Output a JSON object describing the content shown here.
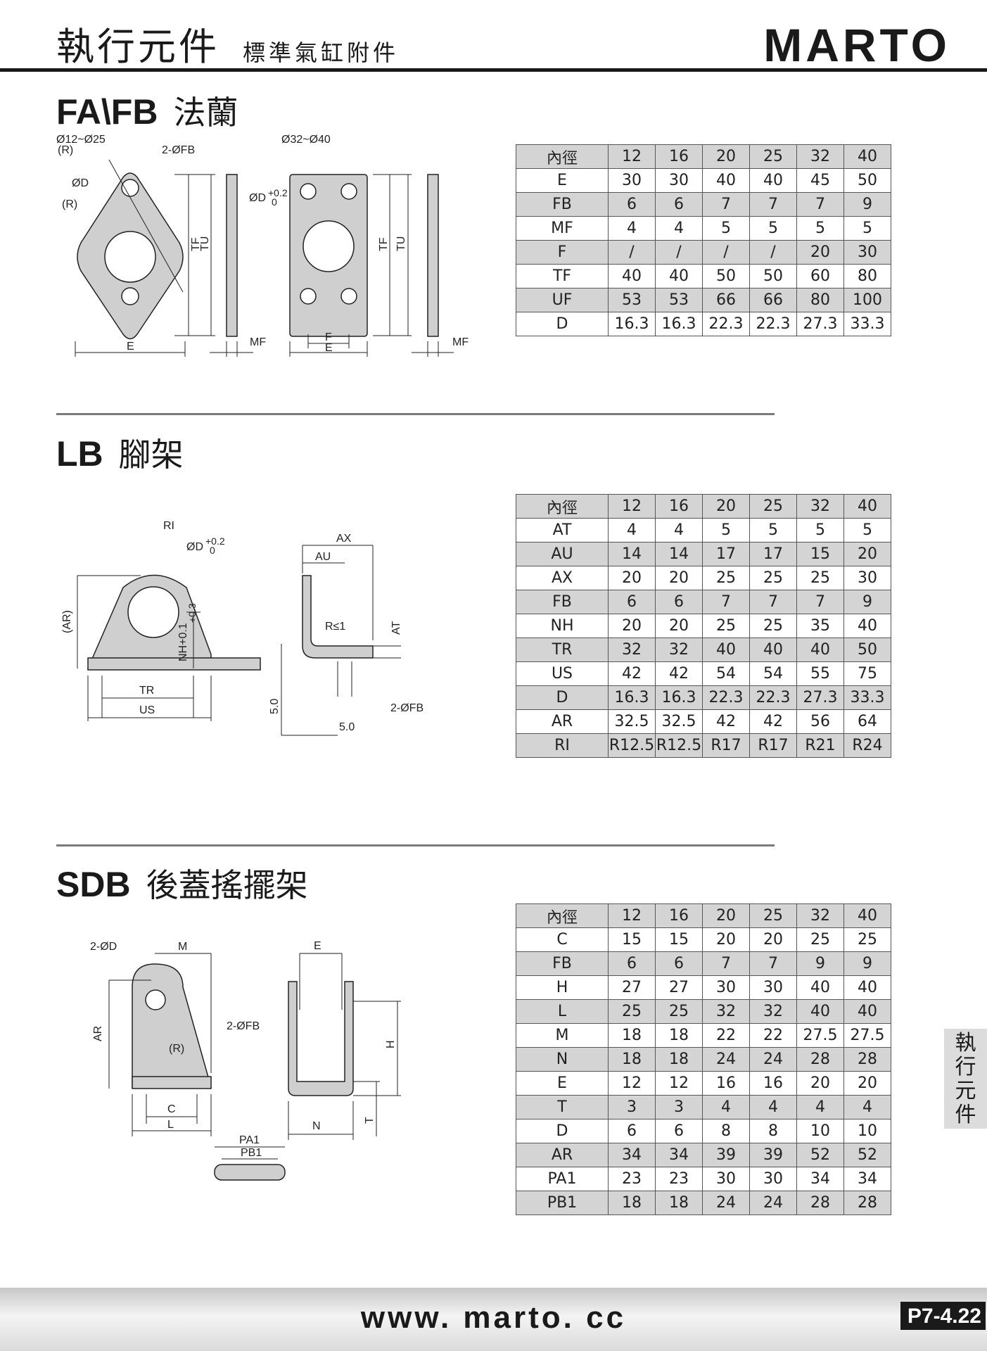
{
  "header": {
    "title": "執行元件",
    "subtitle": "標準氣缸附件",
    "brand": "MARTO"
  },
  "sections": {
    "fa_fb": {
      "code": "FA\\FB",
      "name": "法蘭",
      "drawing": {
        "size_small": "Ø12~Ø25",
        "size_large": "Ø32~Ø40",
        "r": "(R)",
        "d": "ØD",
        "d_tol": "ØD",
        "tol_upper": "+0.2",
        "tol_lower": "0",
        "fb": "2-ØFB",
        "tf": "TF",
        "tu": "TU",
        "e": "E",
        "f": "F",
        "mf": "MF"
      },
      "table": [
        [
          "內徑",
          "12",
          "16",
          "20",
          "25",
          "32",
          "40"
        ],
        [
          "E",
          "30",
          "30",
          "40",
          "40",
          "45",
          "50"
        ],
        [
          "FB",
          "6",
          "6",
          "7",
          "7",
          "7",
          "9"
        ],
        [
          "MF",
          "4",
          "4",
          "5",
          "5",
          "5",
          "5"
        ],
        [
          "F",
          "/",
          "/",
          "/",
          "/",
          "20",
          "30"
        ],
        [
          "TF",
          "40",
          "40",
          "50",
          "50",
          "60",
          "80"
        ],
        [
          "UF",
          "53",
          "53",
          "66",
          "66",
          "80",
          "100"
        ],
        [
          "D",
          "16.3",
          "16.3",
          "22.3",
          "22.3",
          "27.3",
          "33.3"
        ]
      ]
    },
    "lb": {
      "code": "LB",
      "name": "腳架",
      "drawing": {
        "ri": "RI",
        "d": "ØD",
        "tol_upper": "+0.2",
        "tol_lower": "0",
        "ar": "(AR)",
        "nh": "NH+0.1",
        "nh_upper": "+0.3",
        "tr": "TR",
        "us": "US",
        "ax": "AX",
        "au": "AU",
        "r": "R≤1",
        "at": "AT",
        "fb": "2-ØFB",
        "five": "5.0"
      },
      "table": [
        [
          "內徑",
          "12",
          "16",
          "20",
          "25",
          "32",
          "40"
        ],
        [
          "AT",
          "4",
          "4",
          "5",
          "5",
          "5",
          "5"
        ],
        [
          "AU",
          "14",
          "14",
          "17",
          "17",
          "15",
          "20"
        ],
        [
          "AX",
          "20",
          "20",
          "25",
          "25",
          "25",
          "30"
        ],
        [
          "FB",
          "6",
          "6",
          "7",
          "7",
          "7",
          "9"
        ],
        [
          "NH",
          "20",
          "20",
          "25",
          "25",
          "35",
          "40"
        ],
        [
          "TR",
          "32",
          "32",
          "40",
          "40",
          "40",
          "50"
        ],
        [
          "US",
          "42",
          "42",
          "54",
          "54",
          "55",
          "75"
        ],
        [
          "D",
          "16.3",
          "16.3",
          "22.3",
          "22.3",
          "27.3",
          "33.3"
        ],
        [
          "AR",
          "32.5",
          "32.5",
          "42",
          "42",
          "56",
          "64"
        ],
        [
          "RI",
          "R12.5",
          "R12.5",
          "R17",
          "R17",
          "R21",
          "R24"
        ]
      ]
    },
    "sdb": {
      "code": "SDB",
      "name": "後蓋搖擺架",
      "drawing": {
        "d": "2-ØD",
        "m": "M",
        "ar": "AR",
        "fb": "2-ØFB",
        "r": "(R)",
        "c": "C",
        "l": "L",
        "e": "E",
        "h": "H",
        "n": "N",
        "t": "T",
        "pa1": "PA1",
        "pb1": "PB1"
      },
      "table": [
        [
          "內徑",
          "12",
          "16",
          "20",
          "25",
          "32",
          "40"
        ],
        [
          "C",
          "15",
          "15",
          "20",
          "20",
          "25",
          "25"
        ],
        [
          "FB",
          "6",
          "6",
          "7",
          "7",
          "9",
          "9"
        ],
        [
          "H",
          "27",
          "27",
          "30",
          "30",
          "40",
          "40"
        ],
        [
          "L",
          "25",
          "25",
          "32",
          "32",
          "40",
          "40"
        ],
        [
          "M",
          "18",
          "18",
          "22",
          "22",
          "27.5",
          "27.5"
        ],
        [
          "N",
          "18",
          "18",
          "24",
          "24",
          "28",
          "28"
        ],
        [
          "E",
          "12",
          "12",
          "16",
          "16",
          "20",
          "20"
        ],
        [
          "T",
          "3",
          "3",
          "4",
          "4",
          "4",
          "4"
        ],
        [
          "D",
          "6",
          "6",
          "8",
          "8",
          "10",
          "10"
        ],
        [
          "AR",
          "34",
          "34",
          "39",
          "39",
          "52",
          "52"
        ],
        [
          "PA1",
          "23",
          "23",
          "30",
          "30",
          "34",
          "34"
        ],
        [
          "PB1",
          "18",
          "18",
          "24",
          "24",
          "28",
          "28"
        ]
      ]
    }
  },
  "side_tab": [
    "執",
    "行",
    "元",
    "件"
  ],
  "footer": {
    "url": "www. marto. cc",
    "page": "P7-4.22"
  }
}
